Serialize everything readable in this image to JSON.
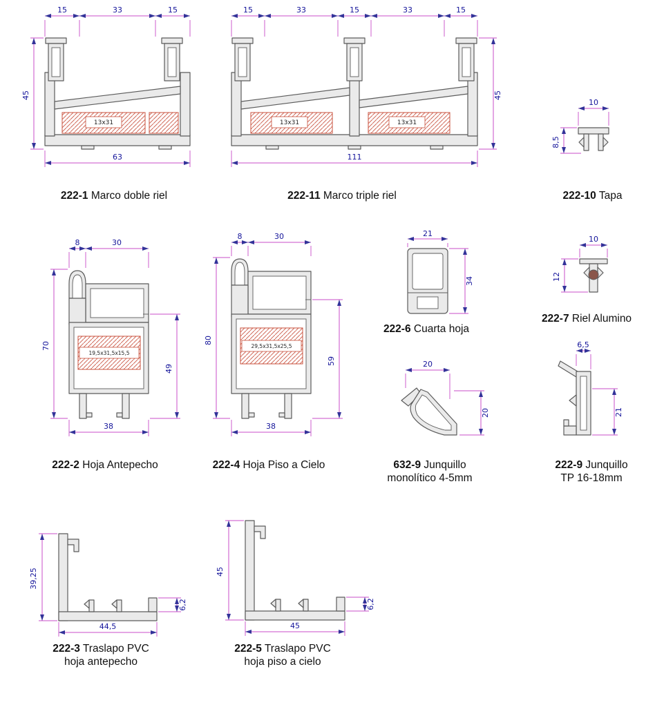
{
  "palette": {
    "dim_line_color": "#c84cc8",
    "dim_text_color": "#14149a",
    "profile_fill": "#eaeaea",
    "profile_stroke": "#5b5b5b",
    "reinforcement_color": "#c8503c"
  },
  "figures": {
    "f222_1": {
      "code": "222-1",
      "title": "Marco doble riel",
      "dims": {
        "w1": "15",
        "w2": "33",
        "w3": "15",
        "h": "45",
        "w": "63",
        "core": "13x31"
      }
    },
    "f222_11": {
      "code": "222-11",
      "title": "Marco triple riel",
      "dims": {
        "w1": "15",
        "w2": "33",
        "w3": "15",
        "w4": "33",
        "w5": "15",
        "h": "45",
        "w": "111",
        "core1": "13x31",
        "core2": "13x31"
      }
    },
    "f222_10": {
      "code": "222-10",
      "title": "Tapa",
      "dims": {
        "w": "10",
        "h": "8,5"
      }
    },
    "f222_2": {
      "code": "222-2",
      "title": "Hoja Antepecho",
      "dims": {
        "w1": "8",
        "w2": "30",
        "h": "70",
        "h2": "49",
        "w": "38",
        "core": "19,5x31,5x15,5"
      }
    },
    "f222_4": {
      "code": "222-4",
      "title": "Hoja Piso a Cielo",
      "dims": {
        "w1": "8",
        "w2": "30",
        "h": "80",
        "h2": "59",
        "w": "38",
        "core": "29,5x31,5x25,5"
      }
    },
    "f222_6": {
      "code": "222-6",
      "title": "Cuarta hoja",
      "dims": {
        "w": "21",
        "h": "34"
      }
    },
    "f222_7": {
      "code": "222-7",
      "title": "Riel Alumino",
      "dims": {
        "w": "10",
        "h": "12"
      }
    },
    "f632_9": {
      "code": "632-9",
      "title": "Junquillo",
      "subtitle": "monolítico 4-5mm",
      "dims": {
        "w": "20",
        "h": "20"
      }
    },
    "f222_9": {
      "code": "222-9",
      "title": "Junquillo",
      "subtitle": "TP 16-18mm",
      "dims": {
        "w": "6,5",
        "h": "21"
      }
    },
    "f222_3": {
      "code": "222-3",
      "title": "Traslapo PVC",
      "subtitle": "hoja antepecho",
      "dims": {
        "h": "39,25",
        "w": "44,5",
        "lip": "6,2"
      }
    },
    "f222_5": {
      "code": "222-5",
      "title": "Traslapo PVC",
      "subtitle": "hoja piso a cielo",
      "dims": {
        "h": "45",
        "w": "45",
        "lip": "6,2"
      }
    }
  }
}
